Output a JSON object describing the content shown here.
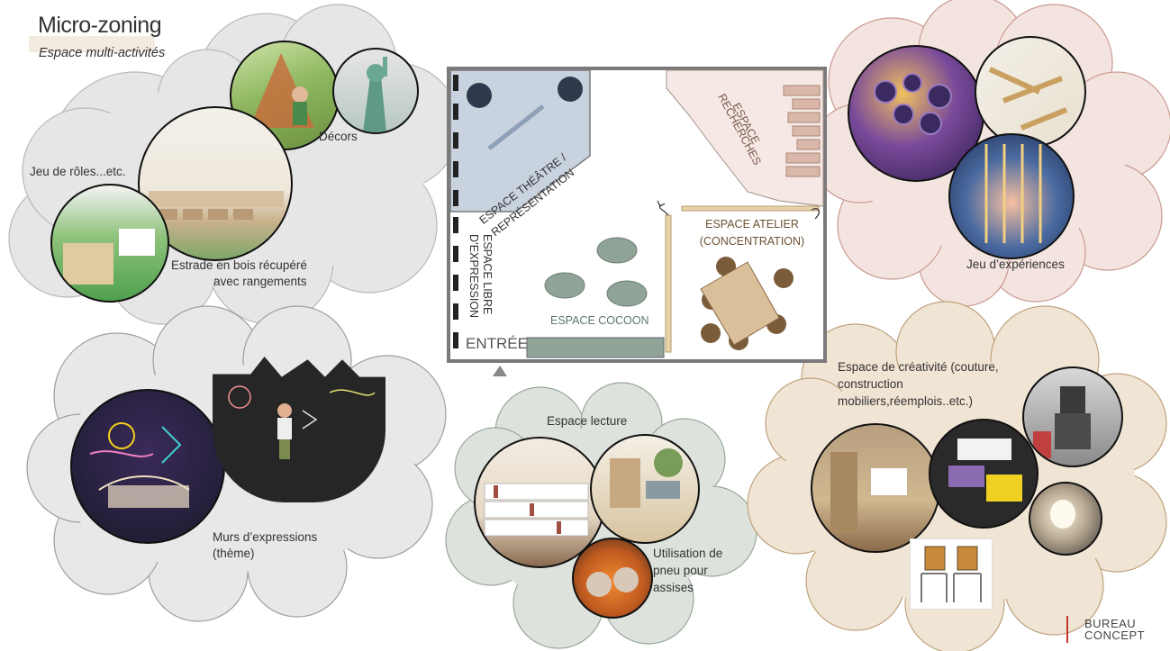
{
  "title": "Micro-zoning",
  "subtitle": "Espace multi-activités",
  "clouds": {
    "roles": {
      "decors": "Décors",
      "jeu_roles": "Jeu de rôles...etc.",
      "estrade_line1": "Estrade en bois récupéré",
      "estrade_line2": "avec rangements"
    },
    "experiences": {
      "label": "Jeu d’expériences"
    },
    "expression": {
      "line1": "Murs d’expressions",
      "line2": "(thème)"
    },
    "lecture": {
      "title": "Espace lecture",
      "pneu_line1": "Utilisation de",
      "pneu_line2": "pneu pour",
      "pneu_line3": "assises"
    },
    "creativite": {
      "line1": "Espace de créativité (couture,",
      "line2": "construction",
      "line3": "mobiliers,réemplois..etc.)"
    }
  },
  "floorplan": {
    "theatre_line1": "ESPACE THÉÂTRE /",
    "theatre_line2": "REPRÉSENTATION",
    "recherches_line1": "ESPACE",
    "recherches_line2": "RECHERCHES",
    "atelier_line1": "ESPACE ATELIER",
    "atelier_line2": "(CONCENTRATION)",
    "libre_line1": "ESPACE LIBRE",
    "libre_line2": "D’EXPRESSION",
    "cocoon": "ESPACE COCOON",
    "entree": "ENTRÉE"
  },
  "logo": {
    "line1": "BUREAU",
    "line2": "CONCEPT"
  },
  "colors": {
    "cloud_grey": "#e6e6e6",
    "cloud_pink": "#f4e4e0",
    "cloud_beige": "#f0e4d4",
    "cloud_sage": "#dde3dc",
    "theatre_blue": "#c9d3e0",
    "cocoon_green": "#8fa397",
    "atelier_tan": "#d9bf9a",
    "logo_red": "#c0392b"
  }
}
